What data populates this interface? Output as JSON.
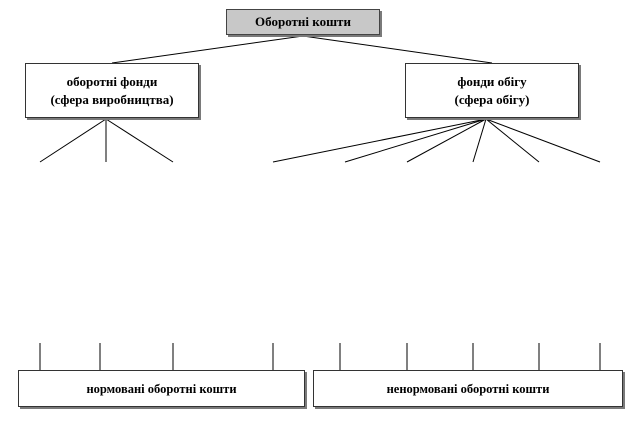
{
  "root": {
    "label": "Оборотні кошти"
  },
  "left_group": {
    "line1": "оборотні фонди",
    "line2": "(сфера виробництва)"
  },
  "right_group": {
    "line1": "фонди обігу",
    "line2": "(сфера обігу)"
  },
  "bottom_left": {
    "label": "нормовані оборотні кошти"
  },
  "bottom_right": {
    "label": "ненормовані оборотні кошти"
  }
}
